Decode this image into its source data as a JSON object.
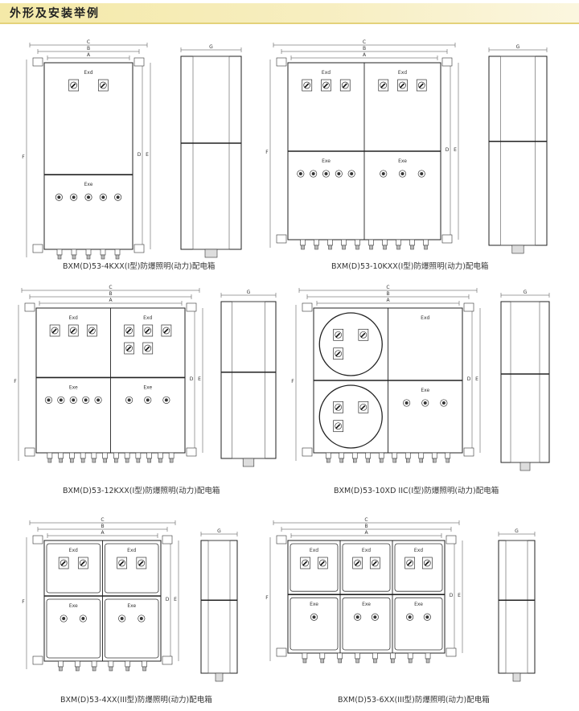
{
  "header": {
    "title": "外形及安装举例"
  },
  "figures": [
    {
      "caption": "BXM(D)53-4KXX(I型)防爆照明(动力)配电箱"
    },
    {
      "caption": "BXM(D)53-10KXX(I型)防爆照明(动力)配电箱"
    },
    {
      "caption": "BXM(D)53-12KXX(I型)防爆照明(动力)配电箱"
    },
    {
      "caption": "BXM(D)53-10XD IIC(I型)防爆照明(动力)配电箱"
    },
    {
      "caption": "BXM(D)53-4XX(III型)防爆照明(动力)配电箱"
    },
    {
      "caption": "BXM(D)53-6XX(III型)防爆照明(动力)配电箱"
    }
  ],
  "labels": {
    "dim_a": "A",
    "dim_b": "B",
    "dim_c": "C",
    "dim_d": "D",
    "dim_e": "E",
    "dim_f": "F",
    "dim_g": "G",
    "exd": "Exd",
    "exe": "Exe"
  }
}
